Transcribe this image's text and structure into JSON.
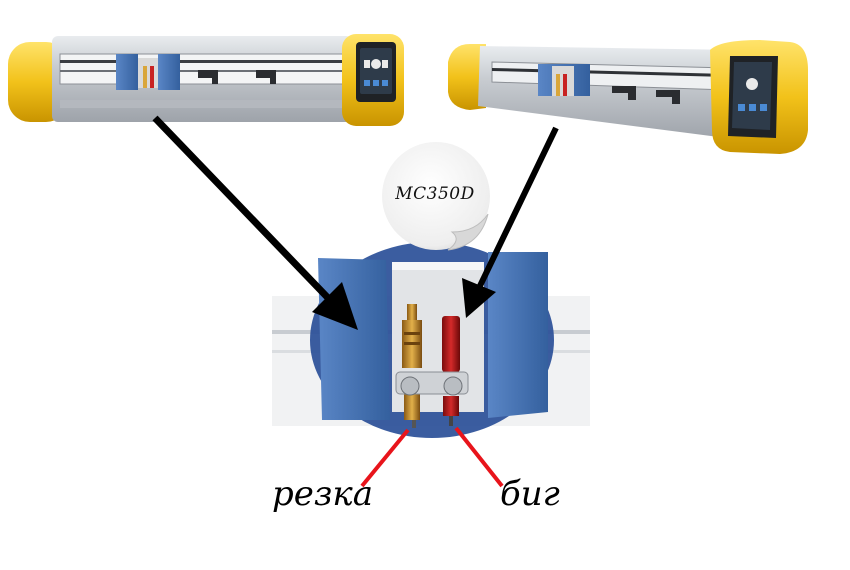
{
  "badge": {
    "model": "MC350D"
  },
  "labels": {
    "cut": "резка",
    "crease": "биг"
  },
  "colors": {
    "body_yellow": "#f2c21a",
    "carriage_blue": "#4a76b8",
    "callout_red": "#e8141b",
    "arrow": "#000000"
  },
  "icons": [
    "cutting-plotter-front",
    "cutting-plotter-angled",
    "tool-carriage-closeup",
    "arrow",
    "sticker-badge"
  ]
}
